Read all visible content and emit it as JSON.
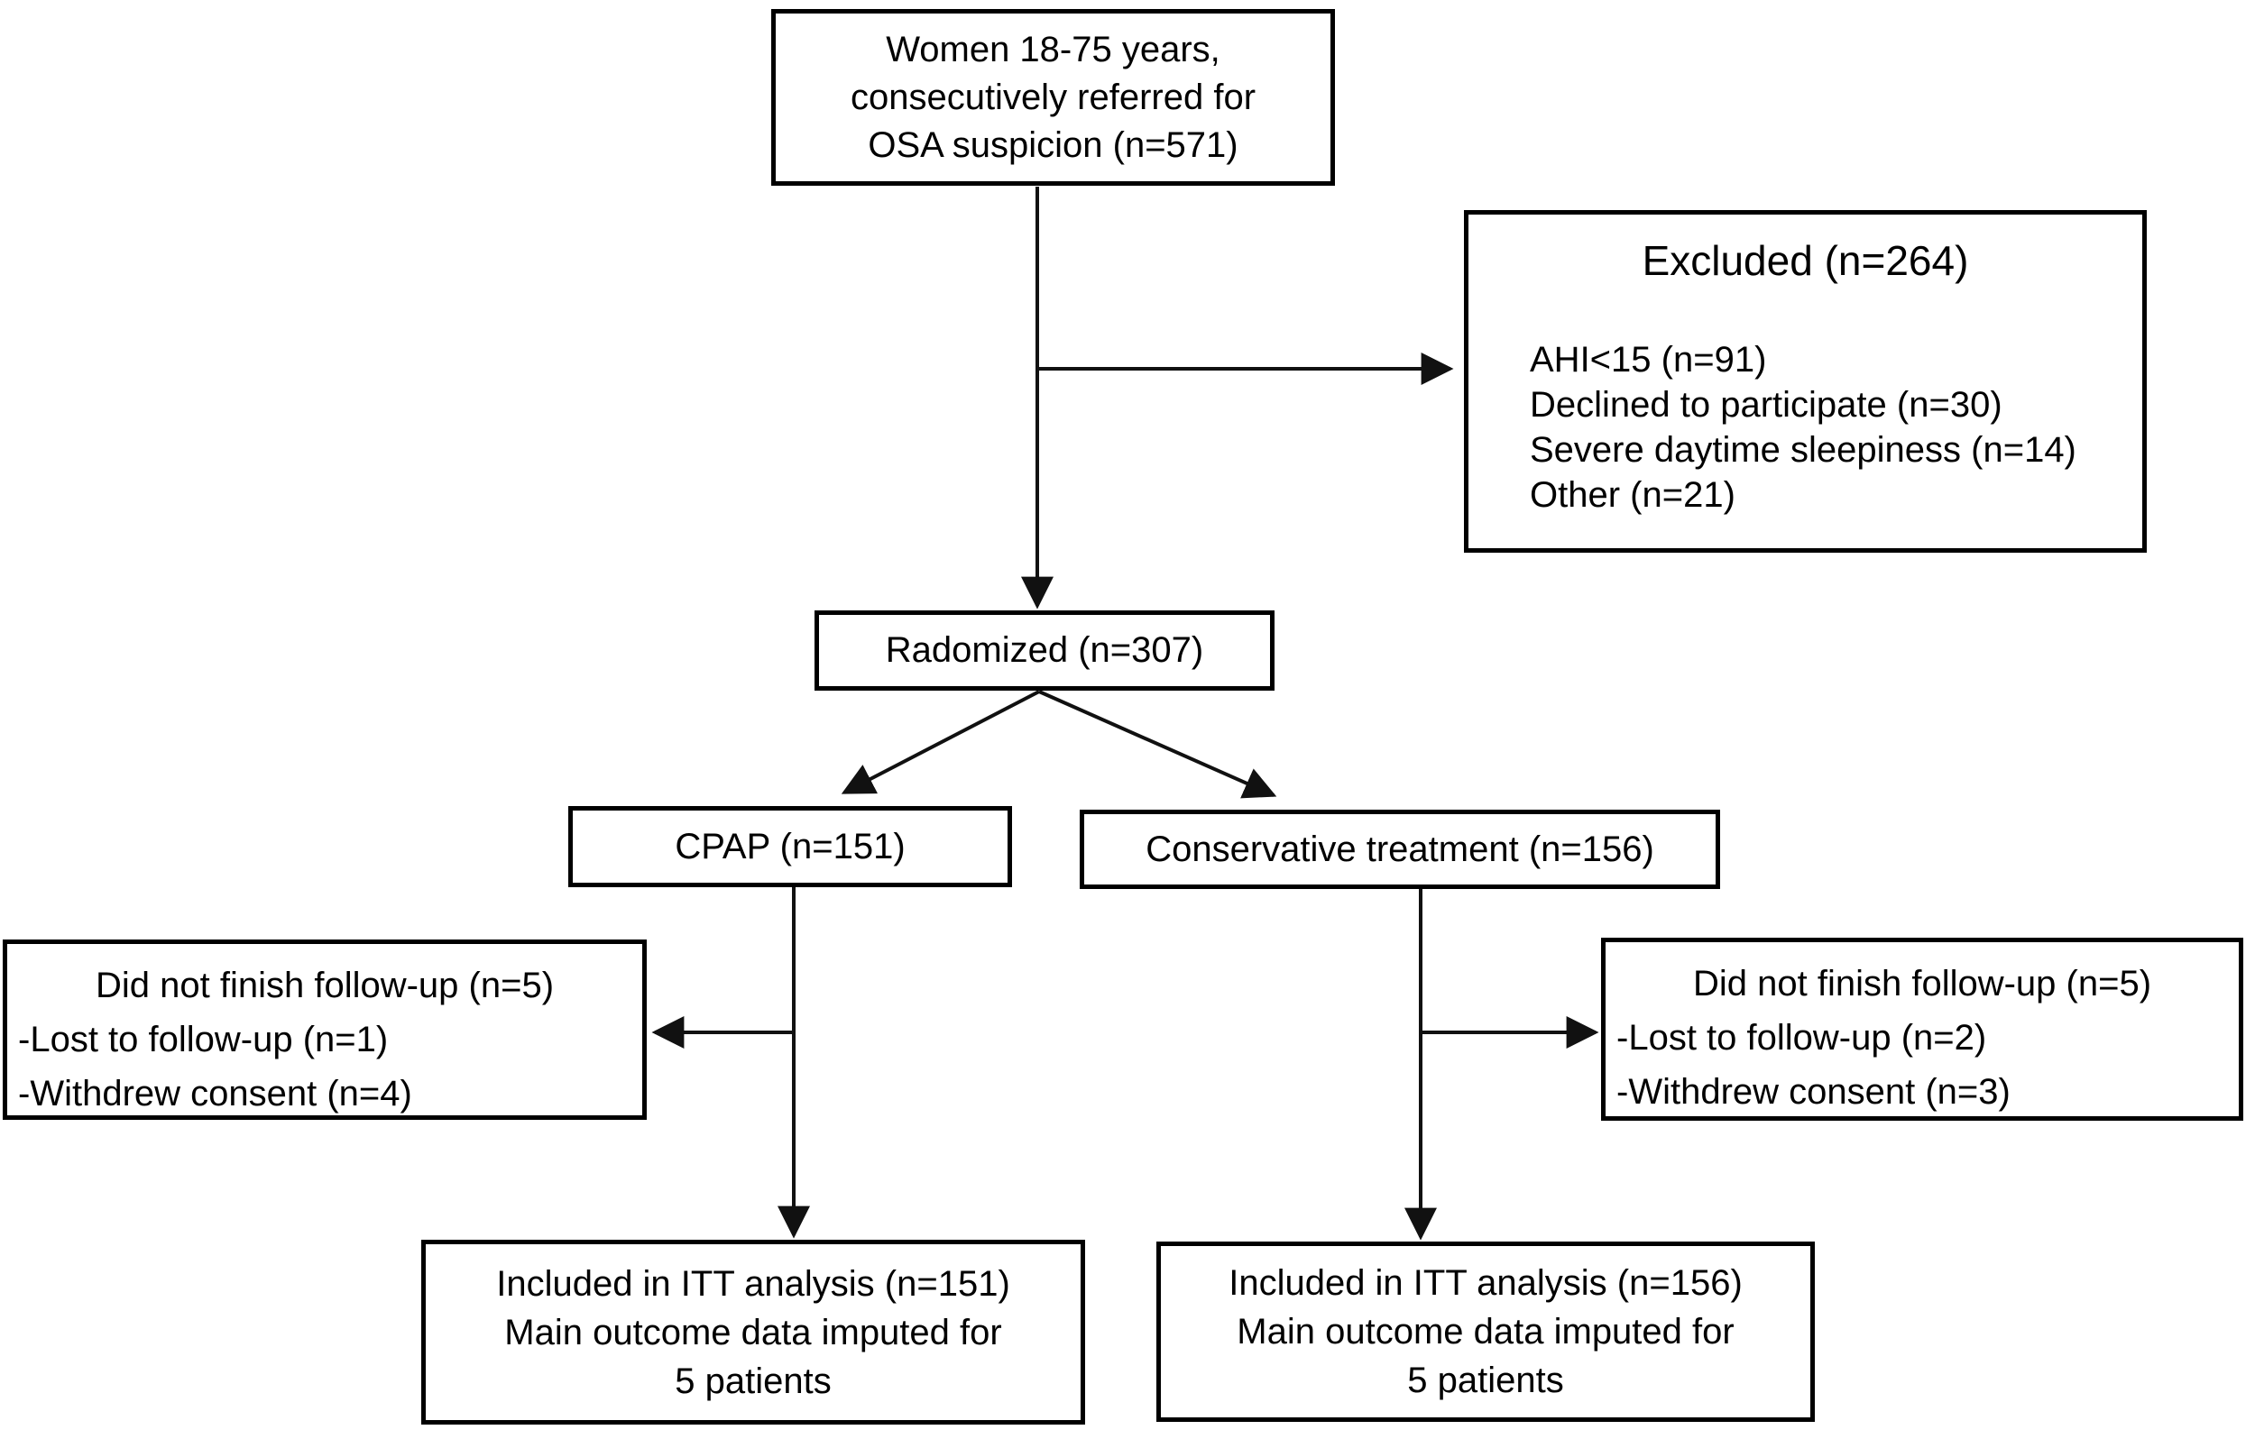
{
  "diagram": {
    "type": "flowchart",
    "colors": {
      "box_border": "#000000",
      "background": "#ffffff",
      "text": "#000000",
      "line": "#111111"
    },
    "boxes": {
      "referred": {
        "lines": [
          "Women 18-75 years,",
          "consecutively referred for",
          "OSA suspicion (n=571)"
        ]
      },
      "excluded": {
        "title": "Excluded (n=264)",
        "items": [
          "AHI<15 (n=91)",
          "Declined to participate (n=30)",
          "Severe daytime sleepiness (n=14)",
          "Other (n=21)"
        ]
      },
      "randomized": {
        "label": "Radomized (n=307)"
      },
      "cpap": {
        "label": "CPAP (n=151)"
      },
      "conservative": {
        "label": "Conservative treatment (n=156)"
      },
      "cpap_dropout": {
        "title": "Did not finish follow-up (n=5)",
        "items": [
          "-Lost to follow-up (n=1)",
          "-Withdrew consent (n=4)"
        ]
      },
      "conservative_dropout": {
        "title": "Did not finish follow-up (n=5)",
        "items": [
          "-Lost to follow-up (n=2)",
          "-Withdrew consent (n=3)"
        ]
      },
      "cpap_itt": {
        "lines": [
          "Included in ITT analysis (n=151)",
          "Main outcome data imputed for",
          "5 patients"
        ]
      },
      "conservative_itt": {
        "lines": [
          "Included in ITT analysis (n=156)",
          "Main outcome data imputed for",
          "5 patients"
        ]
      }
    }
  }
}
